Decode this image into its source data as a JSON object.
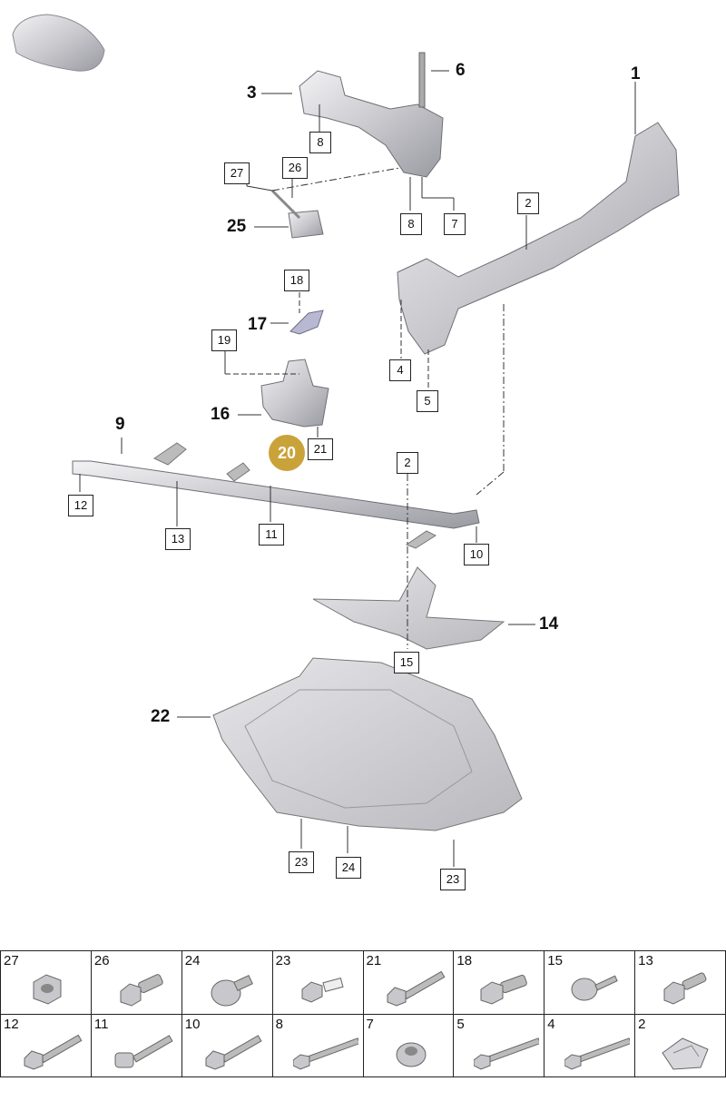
{
  "diagram": {
    "bold_callouts": [
      {
        "id": "c1",
        "label": "1"
      },
      {
        "id": "c3",
        "label": "3"
      },
      {
        "id": "c6",
        "label": "6"
      },
      {
        "id": "c9",
        "label": "9"
      },
      {
        "id": "c14",
        "label": "14"
      },
      {
        "id": "c16",
        "label": "16"
      },
      {
        "id": "c17",
        "label": "17"
      },
      {
        "id": "c22",
        "label": "22"
      },
      {
        "id": "c25",
        "label": "25"
      }
    ],
    "boxed_callouts": [
      {
        "id": "b8a",
        "label": "8"
      },
      {
        "id": "b27",
        "label": "27"
      },
      {
        "id": "b26",
        "label": "26"
      },
      {
        "id": "b8b",
        "label": "8"
      },
      {
        "id": "b7",
        "label": "7"
      },
      {
        "id": "b2a",
        "label": "2"
      },
      {
        "id": "b18",
        "label": "18"
      },
      {
        "id": "b19",
        "label": "19"
      },
      {
        "id": "b4",
        "label": "4"
      },
      {
        "id": "b5",
        "label": "5"
      },
      {
        "id": "b21",
        "label": "21"
      },
      {
        "id": "b2b",
        "label": "2"
      },
      {
        "id": "b12",
        "label": "12"
      },
      {
        "id": "b13",
        "label": "13"
      },
      {
        "id": "b11",
        "label": "11"
      },
      {
        "id": "b10",
        "label": "10"
      },
      {
        "id": "b15",
        "label": "15"
      },
      {
        "id": "b23a",
        "label": "23"
      },
      {
        "id": "b24",
        "label": "24"
      },
      {
        "id": "b23b",
        "label": "23"
      }
    ],
    "highlight": {
      "label": "20",
      "color": "#c9a23a"
    }
  },
  "parts_table": {
    "rows": [
      [
        {
          "num": "27",
          "icon": "hex-nut-icon"
        },
        {
          "num": "26",
          "icon": "flange-bolt-short-icon"
        },
        {
          "num": "24",
          "icon": "plastic-rivet-icon"
        },
        {
          "num": "23",
          "icon": "clip-screw-icon"
        },
        {
          "num": "21",
          "icon": "flange-bolt-long-icon"
        },
        {
          "num": "18",
          "icon": "flange-bolt-short-icon"
        },
        {
          "num": "15",
          "icon": "washer-screw-icon"
        },
        {
          "num": "13",
          "icon": "flange-bolt-short-icon"
        }
      ],
      [
        {
          "num": "12",
          "icon": "flange-bolt-long-icon"
        },
        {
          "num": "11",
          "icon": "socket-bolt-icon"
        },
        {
          "num": "10",
          "icon": "flange-bolt-long-icon"
        },
        {
          "num": "8",
          "icon": "long-bolt-icon"
        },
        {
          "num": "7",
          "icon": "flange-nut-icon"
        },
        {
          "num": "5",
          "icon": "long-bolt-icon"
        },
        {
          "num": "4",
          "icon": "long-bolt-icon"
        },
        {
          "num": "2",
          "icon": "speed-nut-icon"
        }
      ]
    ]
  }
}
